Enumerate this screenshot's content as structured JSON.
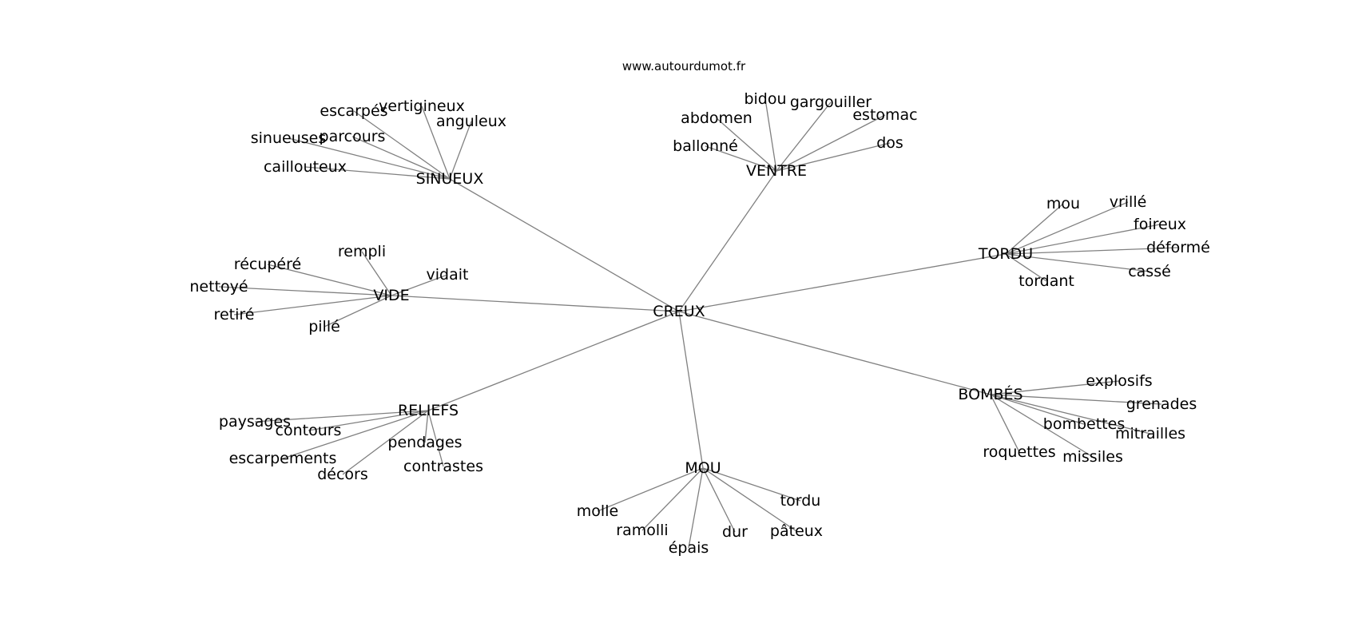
{
  "site": "www.autourdumot.fr",
  "colors": {
    "edge": "#808080",
    "text": "#000000",
    "background": "#ffffff"
  },
  "graph": {
    "center": "CREUX",
    "clusters": [
      {
        "id": "sinueux",
        "label": "SINUEUX",
        "words": [
          "escarpés",
          "vertigineux",
          "anguleux",
          "sinueuses",
          "parcours",
          "caillouteux"
        ]
      },
      {
        "id": "ventre",
        "label": "VENTRE",
        "words": [
          "bidou",
          "gargouiller",
          "abdomen",
          "estomac",
          "ballonné",
          "dos"
        ]
      },
      {
        "id": "tordu",
        "label": "TORDU",
        "words": [
          "mou",
          "vrillé",
          "foireux",
          "déformé",
          "cassé",
          "tordant"
        ]
      },
      {
        "id": "vide",
        "label": "VIDE",
        "words": [
          "rempli",
          "récupéré",
          "vidait",
          "nettoyé",
          "retiré",
          "pillé"
        ]
      },
      {
        "id": "bombes",
        "label": "BOMBÉS",
        "words": [
          "explosifs",
          "grenades",
          "bombettes",
          "mitrailles",
          "roquettes",
          "missiles"
        ]
      },
      {
        "id": "reliefs",
        "label": "RELIEFS",
        "words": [
          "paysages",
          "contours",
          "pendages",
          "escarpements",
          "contrastes",
          "décors"
        ]
      },
      {
        "id": "mou",
        "label": "MOU",
        "words": [
          "tordu",
          "molle",
          "ramolli",
          "dur",
          "pâteux",
          "épais"
        ]
      }
    ]
  }
}
